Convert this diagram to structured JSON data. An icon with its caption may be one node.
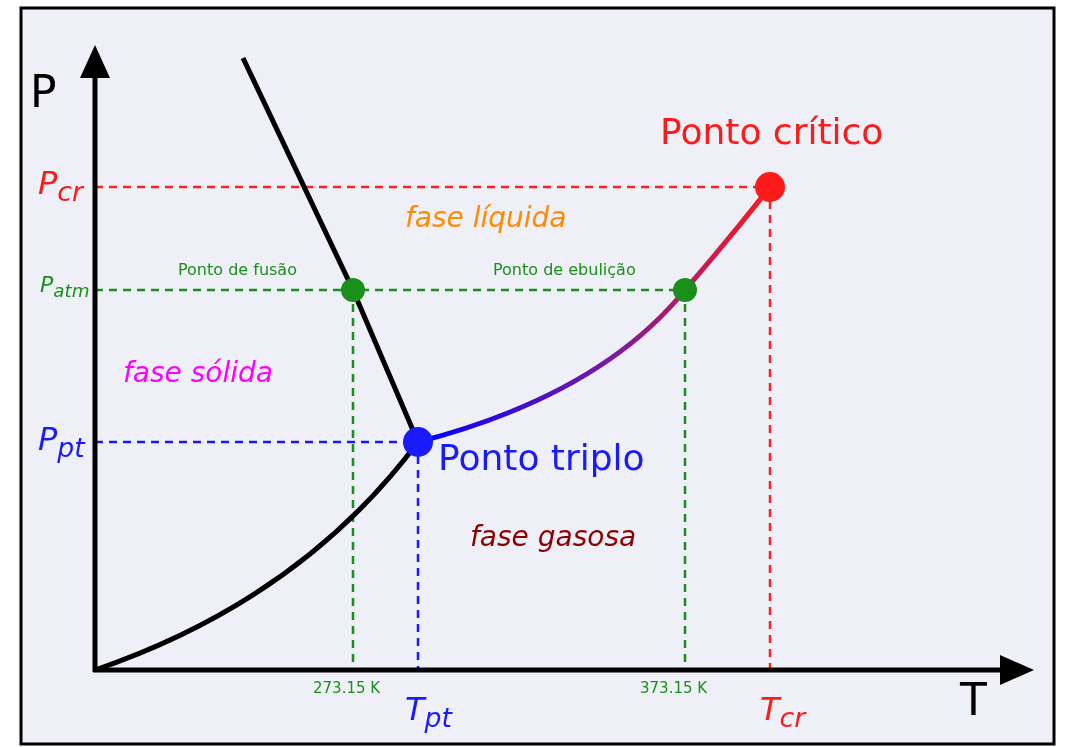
{
  "diagram": {
    "labels": [
      "P",
      "Ponto crítico",
      "P$_{cr}$",
      "fase líquida",
      "Ponto de fusão",
      "Ponto de ebulição",
      "P$_{atm}$",
      "fase sólida",
      "P$_{pt}$",
      "Ponto triplo",
      "fase gasosa",
      "273.15 K",
      "373.15 K",
      "T",
      "T$_{pt}$",
      "T$_{cr}$"
    ]
  }
}
